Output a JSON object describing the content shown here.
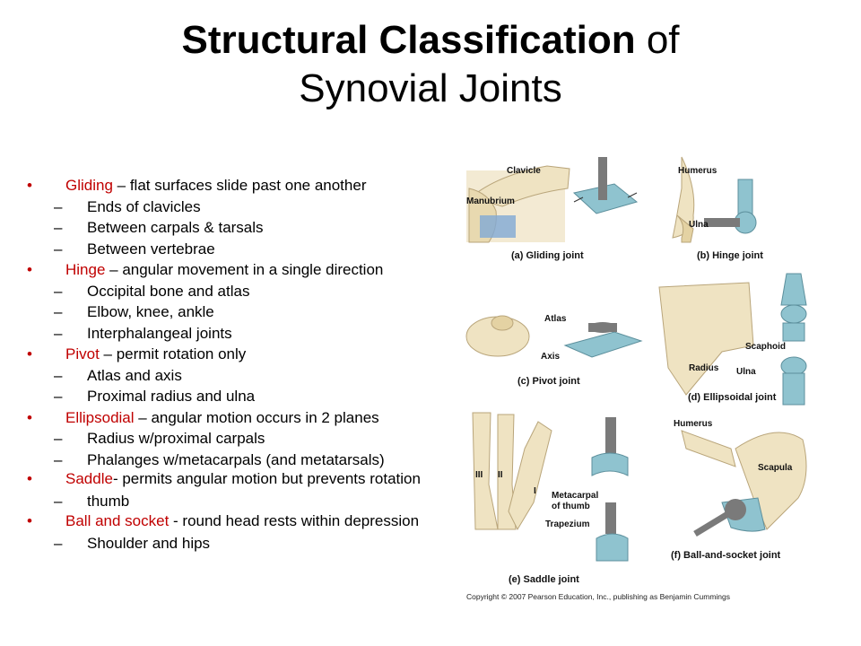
{
  "title": {
    "bold": "Structural Classification",
    "rest": " of",
    "line2": "Synovial Joints"
  },
  "bullet_char": "•",
  "dash_char": "–",
  "list": {
    "gliding": {
      "term": "Gliding",
      "text": " – flat surfaces slide past one another",
      "subs": [
        "Ends of clavicles",
        "Between carpals & tarsals",
        "Between vertebrae"
      ]
    },
    "hinge": {
      "term": "Hinge",
      "text": " – angular movement in a single direction",
      "subs": [
        "Occipital bone and atlas",
        "Elbow, knee, ankle",
        "Interphalangeal joints"
      ]
    },
    "pivot": {
      "term": "Pivot",
      "text": " – permit rotation only",
      "subs": [
        "Atlas and axis",
        "Proximal radius and ulna"
      ]
    },
    "ellipsoidal": {
      "term": "Ellipsodial",
      "text": " – angular motion occurs in 2 planes",
      "subs": [
        "Radius w/proximal carpals",
        "Phalanges w/metacarpals (and metatarsals)"
      ]
    },
    "saddle": {
      "term": "Saddle",
      "text": "- permits angular motion but prevents rotation",
      "subs": [
        "thumb"
      ]
    },
    "ball": {
      "term": "Ball and socket",
      "text": "  - round head rests within depression",
      "subs": [
        "Shoulder and hips"
      ]
    }
  },
  "figure": {
    "labels": {
      "clavicle": "Clavicle",
      "manubrium": "Manubrium",
      "humerus_b": "Humerus",
      "ulna_b": "Ulna",
      "atlas": "Atlas",
      "axis": "Axis",
      "scaphoid": "Scaphoid",
      "radius": "Radius",
      "ulna_d": "Ulna",
      "roman3": "III",
      "roman2": "II",
      "roman1": "I",
      "metacarpal1": "Metacarpal",
      "metacarpal2": "of thumb",
      "trapezium": "Trapezium",
      "humerus_f": "Humerus",
      "scapula": "Scapula"
    },
    "captions": {
      "a": "(a) Gliding joint",
      "b": "(b) Hinge joint",
      "c": "(c) Pivot joint",
      "d": "(d) Ellipsoidal joint",
      "e": "(e) Saddle joint",
      "f": "(f) Ball-and-socket joint"
    },
    "copyright": "Copyright © 2007 Pearson Education, Inc., publishing as Benjamin Cummings",
    "colors": {
      "bone": "#efe3c2",
      "bone_edge": "#b9a57a",
      "model": "#8fc3cf",
      "model_dark": "#5c8f9c",
      "grey": "#7a7a7a"
    }
  }
}
